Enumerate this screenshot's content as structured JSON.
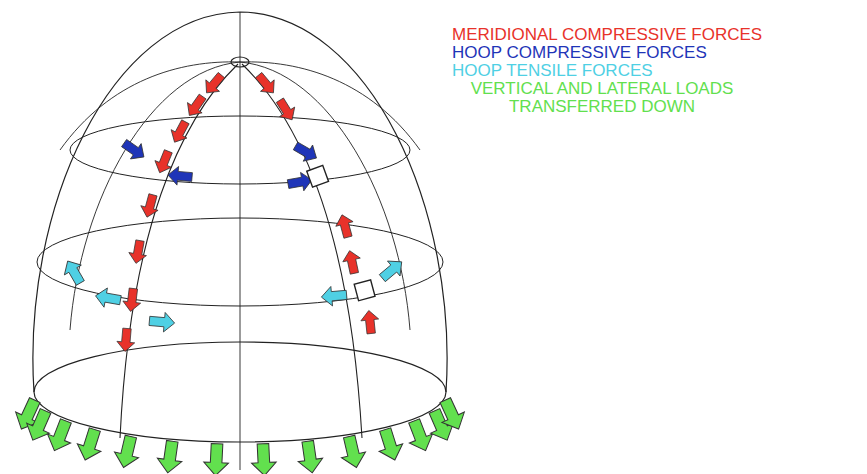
{
  "diagram": {
    "legend": [
      {
        "text": "MERIDIONAL COMPRESSIVE FORCES",
        "color": "#e8322a"
      },
      {
        "text": "HOOP COMPRESSIVE FORCES",
        "color": "#1f35b8"
      },
      {
        "text": "HOOP TENSILE FORCES",
        "color": "#4fd0e4"
      },
      {
        "text": "VERTICAL AND LATERAL LOADS TRANSFERRED DOWN",
        "color": "#62e04e"
      }
    ]
  }
}
